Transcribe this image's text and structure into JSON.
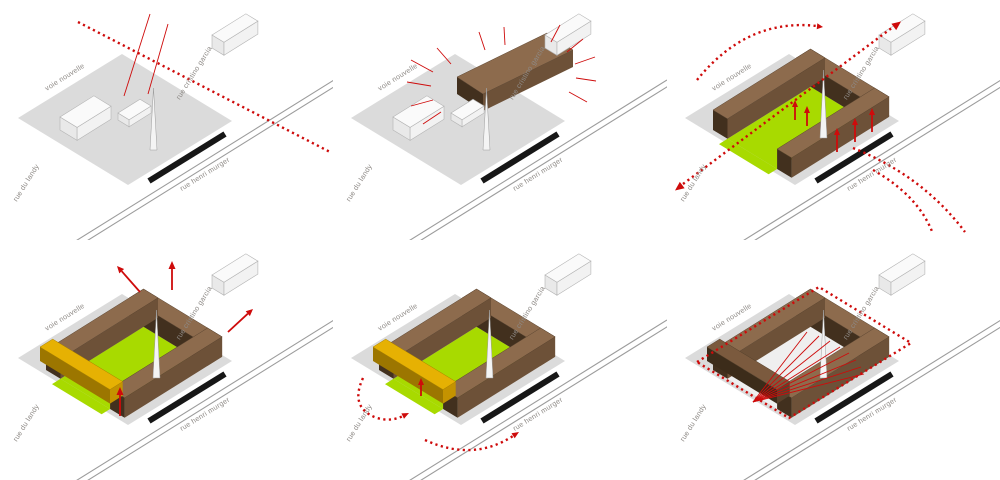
{
  "streets": {
    "voie_nouvelle": "voie nouvelle",
    "rue_cristino_garcia": "rue cristino garcia",
    "rue_du_landy": "rue du landy",
    "rue_henri_murger": "rue henri murger"
  },
  "panels": [
    {
      "id": 1,
      "annotations": [
        "red-dotted-axis-line",
        "red-tick-lines"
      ]
    },
    {
      "id": 2,
      "annotations": [
        "brown-slab-building",
        "red-emphasis-rays"
      ]
    },
    {
      "id": 3,
      "annotations": [
        "courtyard-building",
        "green-courtyard",
        "red-dotted-double-arrow",
        "red-dotted-arcs",
        "red-up-arrows"
      ]
    },
    {
      "id": 4,
      "annotations": [
        "courtyard-building",
        "green-courtyard",
        "yellow-building",
        "red-outward-arrows"
      ]
    },
    {
      "id": 5,
      "annotations": [
        "courtyard-building",
        "green-courtyard",
        "yellow-building",
        "red-dotted-curved-arrows"
      ]
    },
    {
      "id": 6,
      "annotations": [
        "courtyard-building",
        "brown-front-building",
        "red-dotted-boundary",
        "red-sun-rays"
      ]
    }
  ],
  "colors": {
    "accent_red": "#ce0b0b",
    "building_brown_roof": "#8d6b4d",
    "building_brown_shade": "#42301e",
    "courtyard_green": "#a8da00",
    "building_yellow": "#e6b103",
    "site_gray": "#dbdbdb",
    "road_black": "#171717"
  }
}
